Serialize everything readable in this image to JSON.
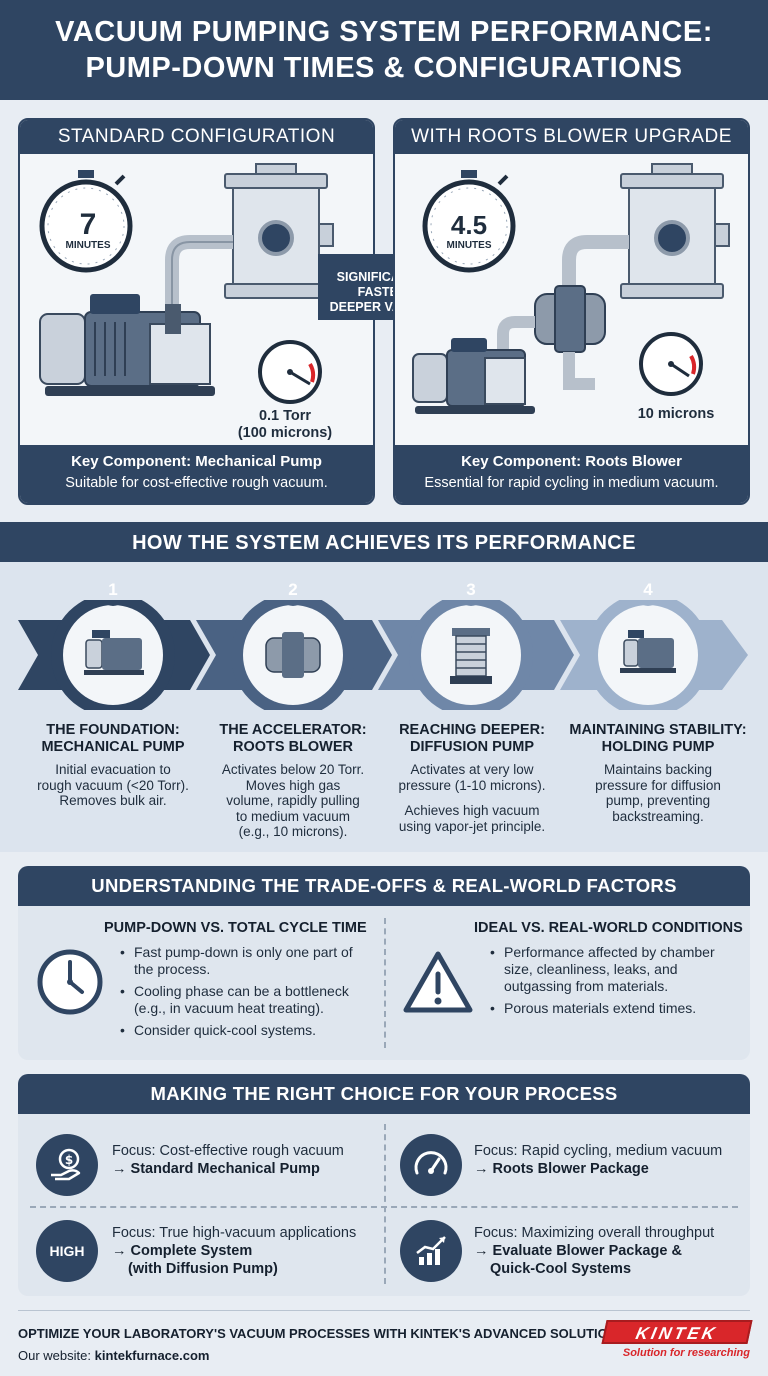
{
  "header": {
    "title_line1": "VACUUM PUMPING SYSTEM PERFORMANCE:",
    "title_line2": "PUMP-DOWN TIMES & CONFIGURATIONS"
  },
  "standard": {
    "title": "STANDARD CONFIGURATION",
    "timer_value": "7",
    "timer_unit": "MINUTES",
    "pressure_line1": "0.1 Torr",
    "pressure_line2": "(100 microns)",
    "key": "Key Component: Mechanical Pump",
    "desc": "Suitable for cost-effective rough vacuum."
  },
  "arrow": {
    "line1": "SIGNIFICANTLY",
    "line2": "FASTER,",
    "line3": "DEEPER VACUUM"
  },
  "roots": {
    "title": "WITH ROOTS BLOWER UPGRADE",
    "timer_value": "4.5",
    "timer_unit": "MINUTES",
    "pressure": "10 microns",
    "key": "Key Component: Roots Blower",
    "desc": "Essential for rapid cycling in medium vacuum."
  },
  "steps_banner": "HOW THE SYSTEM ACHIEVES ITS PERFORMANCE",
  "steps": [
    {
      "num": "1",
      "title1": "THE FOUNDATION:",
      "title2": "MECHANICAL PUMP",
      "desc": [
        "Initial evacuation to",
        "rough vacuum (<20 Torr).",
        "Removes bulk air."
      ],
      "desc2": []
    },
    {
      "num": "2",
      "title1": "THE ACCELERATOR:",
      "title2": "ROOTS BLOWER",
      "desc": [
        "Activates below 20 Torr.",
        "Moves high gas",
        "volume, rapidly pulling",
        "to medium vacuum",
        "(e.g., 10 microns)."
      ],
      "desc2": []
    },
    {
      "num": "3",
      "title1": "REACHING DEEPER:",
      "title2": "DIFFUSION PUMP",
      "desc": [
        "Activates at very low",
        "pressure (1-10 microns)."
      ],
      "desc2": [
        "Achieves high vacuum",
        "using vapor-jet principle."
      ]
    },
    {
      "num": "4",
      "title1": "MAINTAINING STABILITY:",
      "title2": "HOLDING PUMP",
      "desc": [
        "Maintains backing",
        "pressure for diffusion",
        "pump, preventing",
        "backstreaming."
      ],
      "desc2": []
    }
  ],
  "tradeoffs": {
    "title": "UNDERSTANDING THE TRADE-OFFS & REAL-WORLD FACTORS",
    "left": {
      "heading": "PUMP-DOWN VS. TOTAL CYCLE TIME",
      "bullets": [
        "Fast pump-down is only one part of the process.",
        "Cooling phase can be a bottleneck (e.g., in vacuum heat treating).",
        "Consider quick-cool systems."
      ]
    },
    "right": {
      "heading": "IDEAL VS. REAL-WORLD CONDITIONS",
      "bullets": [
        "Performance affected by chamber size, cleanliness, leaks, and outgassing from materials.",
        "Porous materials extend times."
      ]
    }
  },
  "choice": {
    "title": "MAKING THE RIGHT CHOICE FOR YOUR PROCESS",
    "items": [
      {
        "focus": "Focus: Cost-effective rough vacuum",
        "result": "→ Standard Mechanical Pump",
        "result2": "",
        "icon": "money-hand-icon"
      },
      {
        "focus": "Focus: Rapid cycling, medium vacuum",
        "result": "→ Roots Blower Package",
        "result2": "",
        "icon": "speedometer-icon"
      },
      {
        "focus": "Focus: True high-vacuum applications",
        "result": "→ Complete System",
        "result2": "(with Diffusion Pump)",
        "icon": "high-badge-icon",
        "icon_text": "HIGH"
      },
      {
        "focus": "Focus: Maximizing overall throughput",
        "result": "→ Evaluate Blower Package &",
        "result2": "Quick-Cool Systems",
        "icon": "growth-chart-icon"
      }
    ]
  },
  "footer": {
    "cta": "OPTIMIZE YOUR LABORATORY'S VACUUM PROCESSES WITH KINTEK'S ADVANCED SOLUTIONS!",
    "website_label": "Our website:",
    "website": "kintekfurnace.com",
    "logo_text": "KINTEK",
    "tagline": "Solution for researching"
  },
  "colors": {
    "navy": "#2f4562",
    "light": "#e8edf3",
    "accent_red": "#d9262a"
  }
}
